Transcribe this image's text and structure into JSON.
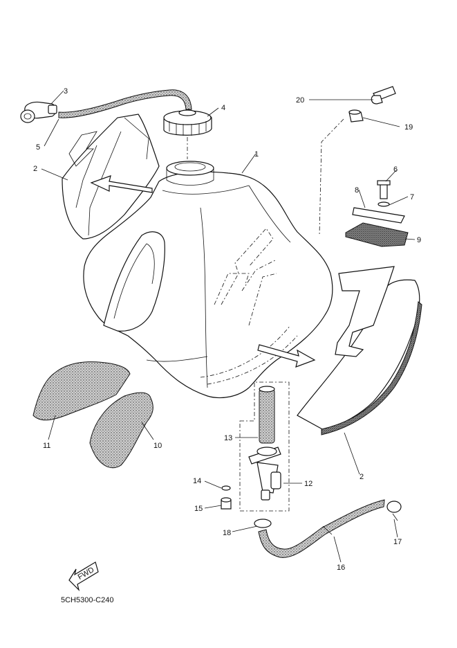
{
  "diagram_code": "5CH5300-C240",
  "fwd_label": "FWD",
  "callouts": [
    {
      "id": "c1",
      "text": "1"
    },
    {
      "id": "c2a",
      "text": "2"
    },
    {
      "id": "c2b",
      "text": "2"
    },
    {
      "id": "c3",
      "text": "3"
    },
    {
      "id": "c4",
      "text": "4"
    },
    {
      "id": "c5",
      "text": "5"
    },
    {
      "id": "c6",
      "text": "6"
    },
    {
      "id": "c7",
      "text": "7"
    },
    {
      "id": "c8",
      "text": "8"
    },
    {
      "id": "c9",
      "text": "9"
    },
    {
      "id": "c10",
      "text": "10"
    },
    {
      "id": "c11",
      "text": "11"
    },
    {
      "id": "c12",
      "text": "12"
    },
    {
      "id": "c13",
      "text": "13"
    },
    {
      "id": "c14",
      "text": "14"
    },
    {
      "id": "c15",
      "text": "15"
    },
    {
      "id": "c16",
      "text": "16"
    },
    {
      "id": "c17",
      "text": "17"
    },
    {
      "id": "c18",
      "text": "18"
    },
    {
      "id": "c19",
      "text": "19"
    },
    {
      "id": "c20",
      "text": "20"
    }
  ]
}
